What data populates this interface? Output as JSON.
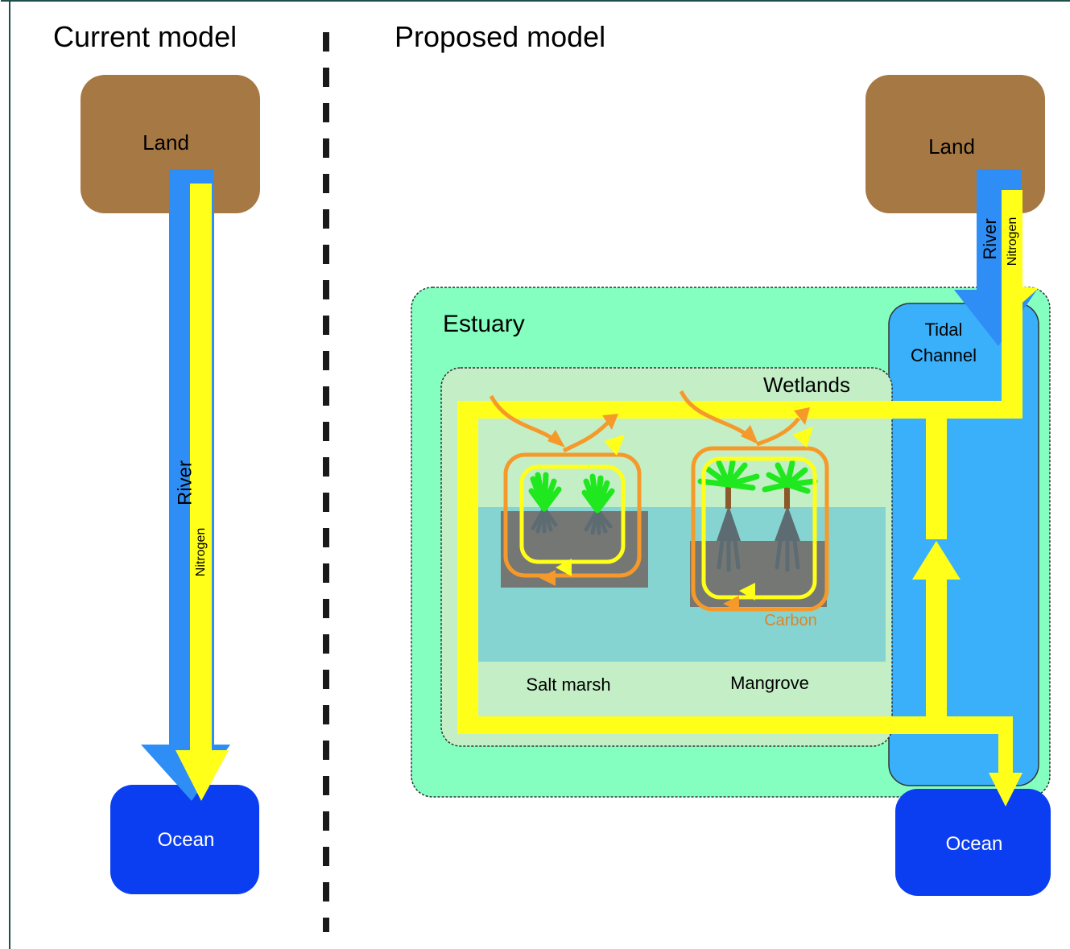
{
  "panels": {
    "current": {
      "title": "Current model"
    },
    "proposed": {
      "title": "Proposed model"
    }
  },
  "current": {
    "land": "Land",
    "ocean": "Ocean",
    "river": "River",
    "nitrogen": "Nitrogen"
  },
  "proposed": {
    "land": "Land",
    "ocean": "Ocean",
    "river": "River",
    "nitrogen": "Nitrogen",
    "estuary": "Estuary",
    "tidal_line1": "Tidal",
    "tidal_line2": "Channel",
    "wetlands": "Wetlands",
    "salt_marsh": "Salt marsh",
    "mangrove": "Mangrove",
    "carbon": "Carbon"
  },
  "colors": {
    "land": "#a67843",
    "ocean": "#0a3ef0",
    "river": "#2f8ef5",
    "nitrogen": "#ffff1a",
    "carbon": "#f59a2a",
    "estuary": "#84ffc0",
    "wetlands": "#c4efc6",
    "water": "#86d4d2",
    "sediment": "#757775",
    "tidal": "#3ab0fb",
    "plant": "#1fe81f",
    "trunk": "#8a5a2b",
    "roots": "#5c6c72"
  }
}
